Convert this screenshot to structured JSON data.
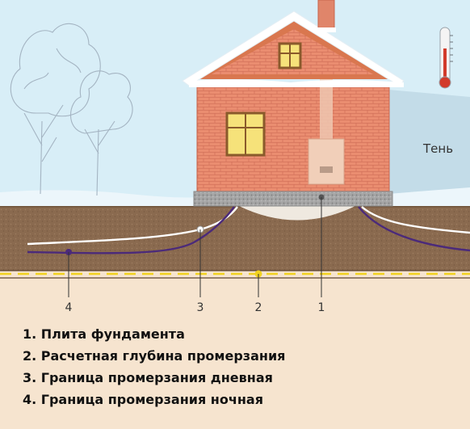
{
  "diagram": {
    "shade_label": "Тень",
    "markers": {
      "m1": "1",
      "m2": "2",
      "m3": "3",
      "m4": "4"
    }
  },
  "legend": {
    "items": [
      "1. Плита фундамента",
      "2. Расчетная глубина промерзания",
      "3. Граница промерзания дневная",
      "4. Граница промерзания ночная"
    ]
  },
  "colors": {
    "sky": "#d7edf6",
    "soil": "#8b6a4e",
    "brick": "#e8876b",
    "roof_snow": "#ffffff",
    "day_line": "#ffffff",
    "night_line": "#4b2a7a",
    "design_depth_line": "#f2d21f"
  }
}
